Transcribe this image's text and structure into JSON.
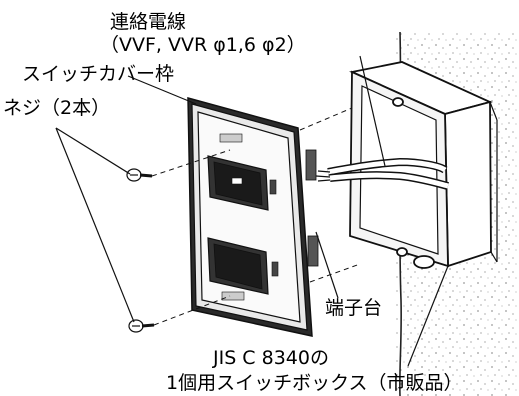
{
  "labels": {
    "cable_title": "連絡電線",
    "cable_spec": "（VVF, VVR φ1,6 φ2）",
    "cover_frame": "スイッチカバー枠",
    "screws": "ネジ（2本）",
    "terminal_block": "端子台",
    "box_standard": "JIS C 8340の",
    "box_name": "1個用スイッチボックス（市販品）"
  }
}
